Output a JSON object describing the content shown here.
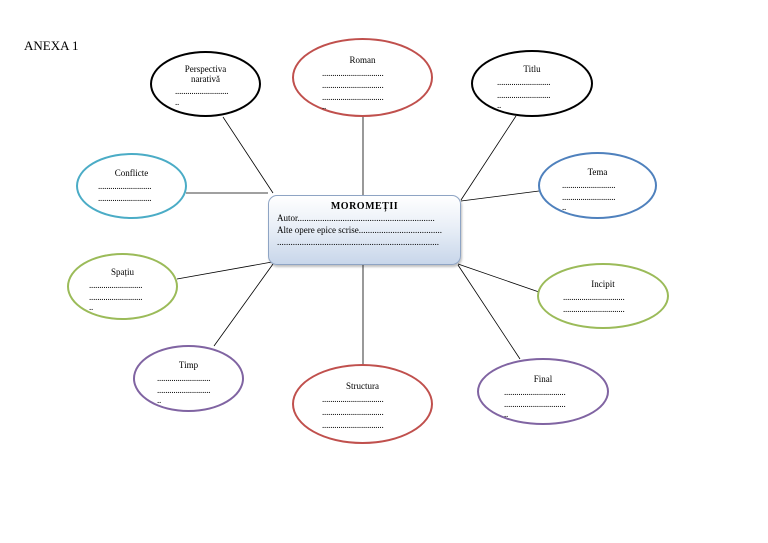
{
  "page_label": "ANEXA 1",
  "center": {
    "title": "MOROMEȚII",
    "line1": "Autor.............................................................",
    "line2": "Alte opere epice scrise.....................................",
    "line3": "........................................................................"
  },
  "nodes": [
    {
      "id": "perspectiva",
      "title": "Perspectiva narativă",
      "dots": [
        "..........................",
        ".."
      ],
      "color": "#000000"
    },
    {
      "id": "roman",
      "title": "Roman",
      "dots": [
        "..............................",
        "..............................",
        "..............................",
        ".."
      ],
      "color": "#c0504d"
    },
    {
      "id": "titlu",
      "title": "Titlu",
      "dots": [
        "..........................",
        "..........................",
        ".."
      ],
      "color": "#000000"
    },
    {
      "id": "conflicte",
      "title": "Conflicte",
      "dots": [
        "..........................",
        ".........................."
      ],
      "color": "#4bacc6"
    },
    {
      "id": "tema",
      "title": "Tema",
      "dots": [
        "..........................",
        "..........................",
        ".."
      ],
      "color": "#4f81bd"
    },
    {
      "id": "spatiul",
      "title": "Spațiu",
      "dots": [
        "..........................",
        "..........................",
        ".."
      ],
      "color": "#9bbb59"
    },
    {
      "id": "incipit",
      "title": "Incipit",
      "dots": [
        "..............................",
        ".............................."
      ],
      "color": "#9bbb59"
    },
    {
      "id": "timp",
      "title": "Timp",
      "dots": [
        "..........................",
        "..........................",
        ".."
      ],
      "color": "#8064a2"
    },
    {
      "id": "structura",
      "title": "Structura",
      "dots": [
        "..............................",
        "..............................",
        ".............................."
      ],
      "color": "#c0504d"
    },
    {
      "id": "final",
      "title": "Final",
      "dots": [
        "..............................",
        "..............................",
        ".."
      ],
      "color": "#8064a2"
    }
  ]
}
